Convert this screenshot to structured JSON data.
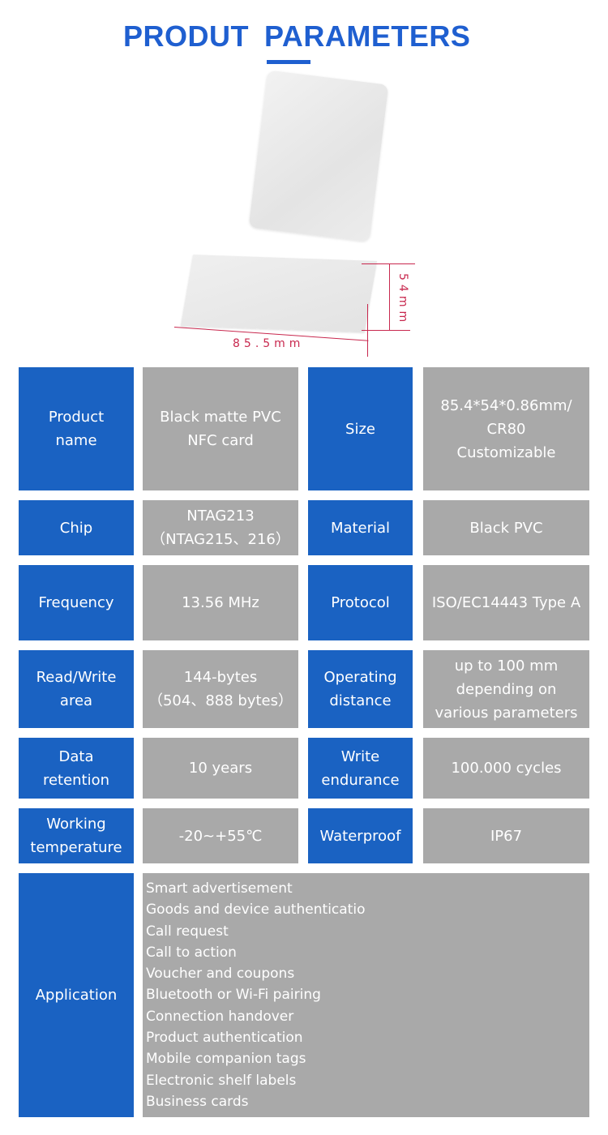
{
  "header": {
    "title_word1": "PRODUT",
    "title_word2": "PARAMETERS"
  },
  "image": {
    "width_label": "85.5mm",
    "height_label": "54mm"
  },
  "rows": [
    [
      {
        "label": "Product\nname",
        "value": "Black matte PVC\nNFC card"
      },
      {
        "label": "Size",
        "value": "85.4*54*0.86mm/\nCR80\nCustomizable"
      }
    ],
    [
      {
        "label": "Chip",
        "value": "NTAG213\n（NTAG215、216）"
      },
      {
        "label": "Material",
        "value": "Black PVC"
      }
    ],
    [
      {
        "label": "Frequency",
        "value": "13.56 MHz"
      },
      {
        "label": "Protocol",
        "value": "ISO/EC14443 Type A"
      }
    ],
    [
      {
        "label": "Read/Write\narea",
        "value": "144-bytes\n（504、888 bytes）"
      },
      {
        "label": "Operating\ndistance",
        "value": "up to 100 mm\ndepending on\nvarious parameters"
      }
    ],
    [
      {
        "label": "Data\nretention",
        "value": "10 years"
      },
      {
        "label": "Write\nendurance",
        "value": "100.000 cycles"
      }
    ],
    [
      {
        "label": "Working\ntemperature",
        "value": "-20~+55℃"
      },
      {
        "label": "Waterproof",
        "value": "IP67"
      }
    ]
  ],
  "application": {
    "label": "Application",
    "items": [
      "Smart advertisement",
      "Goods and device authenticatio",
      "Call request",
      "Call to action",
      "Voucher and coupons",
      "Bluetooth or Wi-Fi pairing",
      "Connection handover",
      "Product authentication",
      "Mobile companion tags",
      "Electronic shelf labels",
      "Business cards"
    ]
  },
  "colors": {
    "blue": "#1a62c2",
    "gray": "#a9a9a9",
    "title": "#1f5fd0",
    "dimension": "#c8284e"
  }
}
